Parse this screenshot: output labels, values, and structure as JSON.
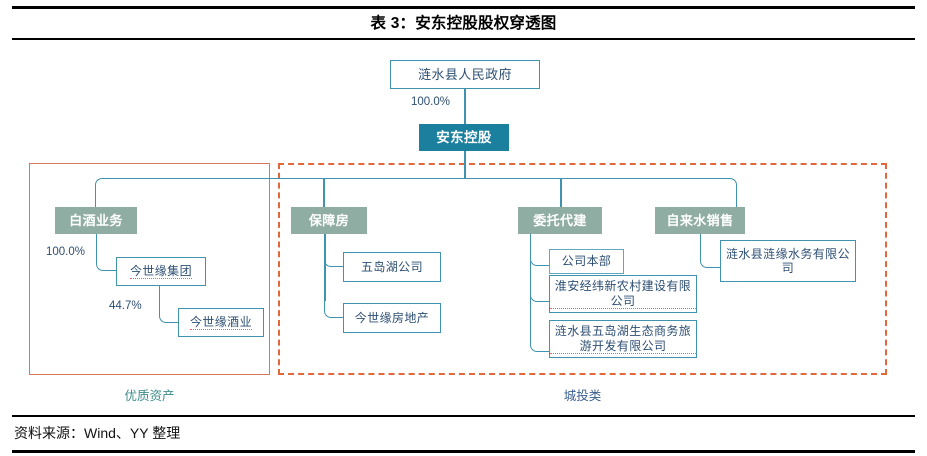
{
  "title": "表 3：安东控股股权穿透图",
  "footer": "资料来源：Wind、YY 整理",
  "colors": {
    "root_fill": "#1b7f9e",
    "segment_fill": "#8fada2",
    "node_border": "#3f93ae",
    "frame_solid": "#d4795a",
    "frame_dashed": "#e2683c",
    "label_quality": "#3c8a8a",
    "label_urban": "#3a5d8f"
  },
  "nodes": {
    "government": "涟水县人民政府",
    "root": "安东控股",
    "segment_liquor": "白酒业务",
    "segment_housing": "保障房",
    "segment_agency": "委托代建",
    "segment_water": "自来水销售",
    "jinshiyuan_group": "今世缘集团",
    "jinshiyuan_liquor": "今世缘酒业",
    "wudaohu": "五岛湖公司",
    "jinshiyuan_realestate": "今世缘房地产",
    "headquarters": "公司本部",
    "huaian_jingwei": "淮安经纬新农村建设有限公司",
    "lianshui_wudaohu_tourism": "涟水县五岛湖生态商务旅游开发有限公司",
    "lianshui_lianyuan_water": "涟水县涟缘水务有限公司"
  },
  "percentages": {
    "gov_to_root": "100.0%",
    "liquor_to_group": "100.0%",
    "group_to_liquor_co": "44.7%"
  },
  "frames": {
    "quality_assets": "优质资产",
    "urban_investment": "城投类"
  }
}
